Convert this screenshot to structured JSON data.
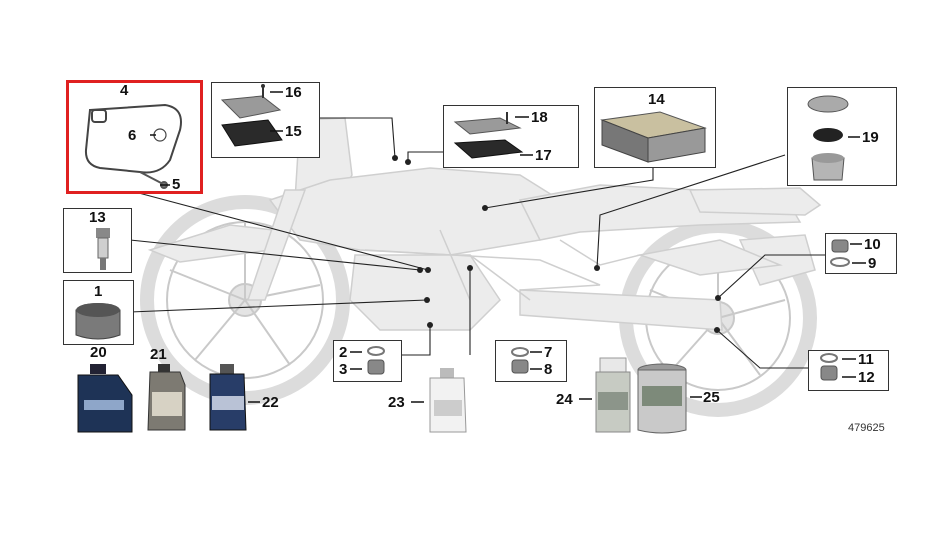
{
  "diagram": {
    "reference_number": "479625",
    "callouts": {
      "c1": "1",
      "c2": "2",
      "c3": "3",
      "c4": "4",
      "c5": "5",
      "c6": "6",
      "c7": "7",
      "c8": "8",
      "c9": "9",
      "c10": "10",
      "c11": "11",
      "c12": "12",
      "c13": "13",
      "c14": "14",
      "c15": "15",
      "c16": "16",
      "c17": "17",
      "c18": "18",
      "c19": "19",
      "c20": "20",
      "c21": "21",
      "c22": "22",
      "c23": "23",
      "c24": "24",
      "c25": "25"
    },
    "colors": {
      "highlight": "#e02020",
      "bike": "#d4d4d4",
      "leader": "#222222"
    }
  }
}
